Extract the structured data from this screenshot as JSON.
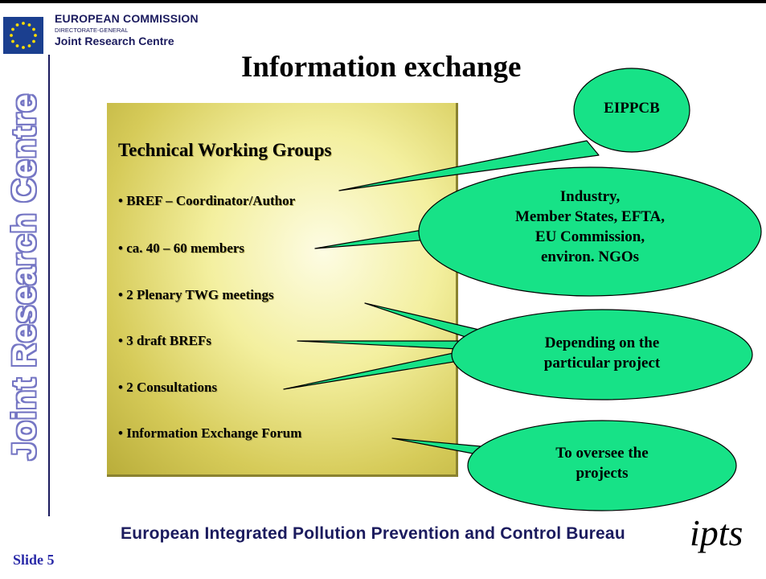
{
  "header": {
    "org_line1": "EUROPEAN COMMISSION",
    "org_line2": "DIRECTORATE-GENERAL",
    "org_line3": "Joint Research Centre",
    "vertical_label": "Joint Research Centre"
  },
  "slide": {
    "title": "Information exchange",
    "panel_heading": "Technical Working Groups",
    "bullets": [
      "• BREF – Coordinator/Author",
      "• ca. 40 – 60 members",
      "• 2 Plenary TWG meetings",
      "• 3 draft BREFs",
      "• 2 Consultations",
      "• Information Exchange Forum"
    ]
  },
  "callouts": [
    {
      "lines": [
        "EIPPCB"
      ]
    },
    {
      "lines": [
        "Industry,",
        "Member States, EFTA,",
        "EU Commission,",
        "environ. NGOs"
      ]
    },
    {
      "lines": [
        "Depending on the",
        "particular project"
      ]
    },
    {
      "lines": [
        "To oversee the",
        "projects"
      ]
    }
  ],
  "footer": {
    "bureau": "European Integrated Pollution Prevention and Control Bureau",
    "slide_number": "Slide 5",
    "logo_text": "ipts"
  },
  "colors": {
    "navy": "#1b1b5e",
    "callout_fill": "#17e287",
    "panel_yellow": "#f3ef9e",
    "slide_number": "#2a2aa8"
  }
}
